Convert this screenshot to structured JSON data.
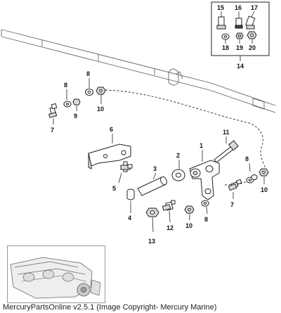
{
  "callouts": {
    "c1": "1",
    "c2": "2",
    "c3": "3",
    "c4": "4",
    "c5": "5",
    "c6": "6",
    "c7a": "7",
    "c7b": "7",
    "c8a": "8",
    "c8b": "8",
    "c8c": "8",
    "c8d": "8",
    "c9": "9",
    "c10a": "10",
    "c10b": "10",
    "c10c": "10",
    "c11": "11",
    "c12": "12",
    "c13": "13",
    "c14": "14",
    "c15": "15",
    "c16": "16",
    "c17": "17",
    "c18": "18",
    "c19": "19",
    "c20": "20"
  },
  "footer": {
    "text": "MercuryPartsOnline v2.5.1 (Image Copyright- Mercury Marine)"
  },
  "colors": {
    "line": "#222222",
    "inset_border": "#999999"
  }
}
